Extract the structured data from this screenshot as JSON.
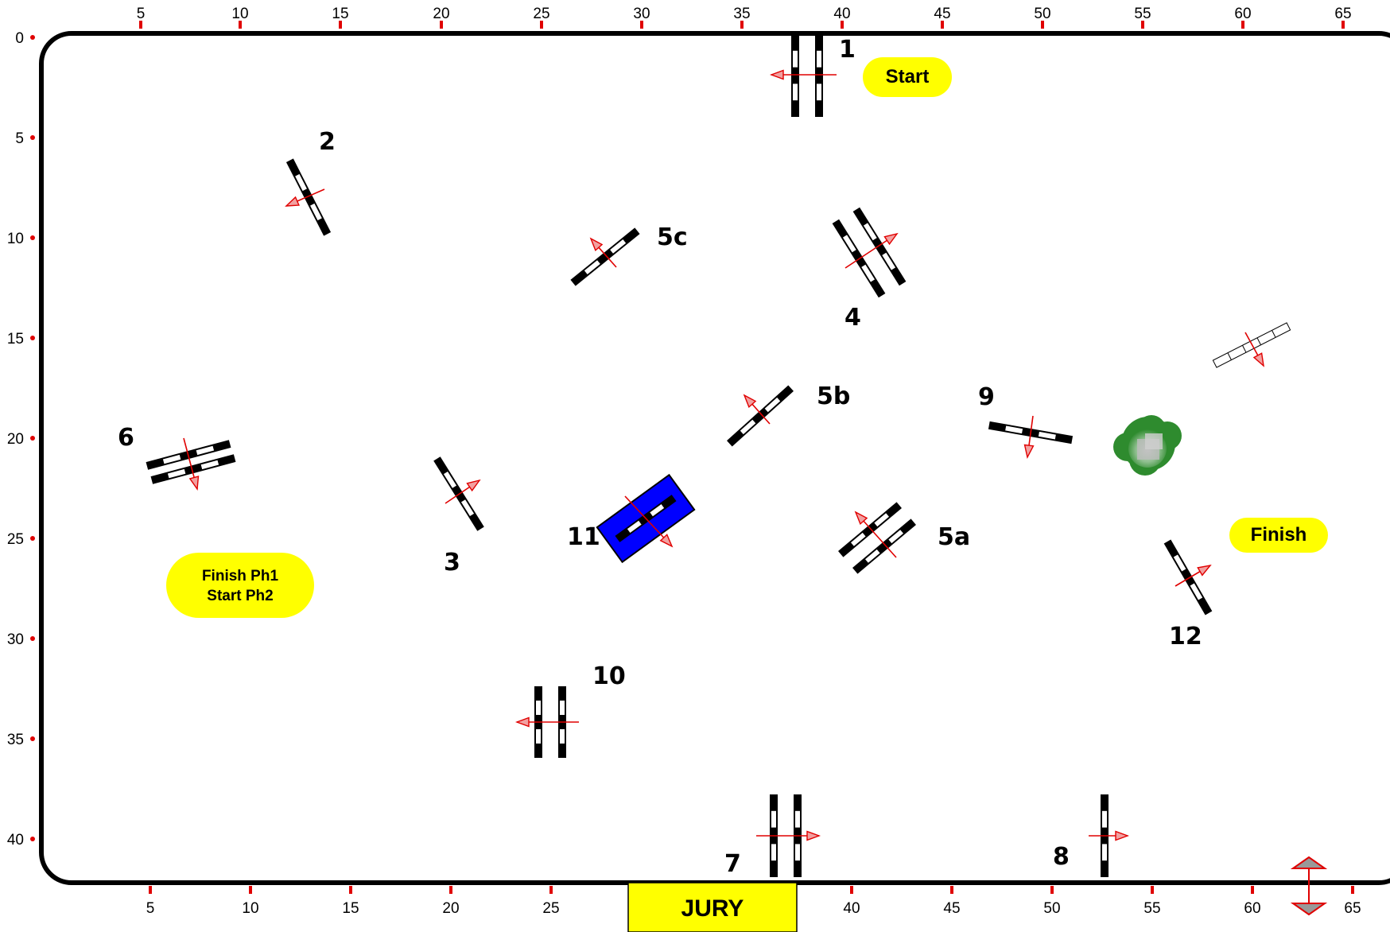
{
  "arena": {
    "top_ruler": [
      "5",
      "10",
      "15",
      "20",
      "25",
      "30",
      "35",
      "40",
      "45",
      "50",
      "55",
      "60",
      "65"
    ],
    "bottom_ruler": [
      "5",
      "10",
      "15",
      "20",
      "25",
      "40",
      "45",
      "50",
      "55",
      "60",
      "65"
    ],
    "left_ruler": [
      "0",
      "5",
      "10",
      "15",
      "20",
      "25",
      "30",
      "35",
      "40"
    ]
  },
  "fences": [
    {
      "id": "1",
      "label": "1"
    },
    {
      "id": "2",
      "label": "2"
    },
    {
      "id": "3",
      "label": "3"
    },
    {
      "id": "4",
      "label": "4"
    },
    {
      "id": "5a",
      "label": "5a"
    },
    {
      "id": "5b",
      "label": "5b"
    },
    {
      "id": "5c",
      "label": "5c"
    },
    {
      "id": "6",
      "label": "6"
    },
    {
      "id": "7",
      "label": "7"
    },
    {
      "id": "8",
      "label": "8"
    },
    {
      "id": "9",
      "label": "9"
    },
    {
      "id": "10",
      "label": "10"
    },
    {
      "id": "11",
      "label": "11"
    },
    {
      "id": "12",
      "label": "12"
    }
  ],
  "markers": {
    "start": "Start",
    "finish": "Finish",
    "finish_ph1": "Finish Ph1",
    "start_ph2": "Start Ph2"
  },
  "jury": "JURY",
  "colors": {
    "border": "#000000",
    "tick": "#e00000",
    "arrow": "#e00000",
    "arrow_head": "#e0a0a0",
    "pill": "#ffff00",
    "jury_box": "#ffff00",
    "water": "#0000ff",
    "bush": "#2e8b2e"
  }
}
